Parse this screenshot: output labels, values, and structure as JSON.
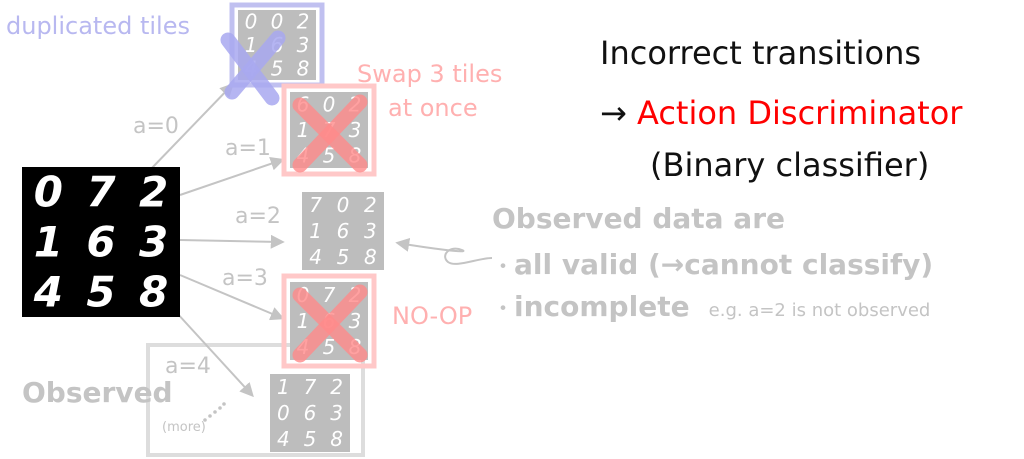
{
  "right": {
    "title": "Incorrect transitions",
    "arrow_glyph": "→",
    "discriminator": "Action Discriminator",
    "classifier": "(Binary classifier)",
    "observed_heading": "Observed data are",
    "bullet1_dot": "・",
    "bullet1": "all valid (→cannot classify)",
    "bullet2_dot": "・",
    "bullet2": "incomplete",
    "bullet2_note": "e.g. a=2 is not observed"
  },
  "labels": {
    "duplicated": "duplicated tiles",
    "swap_line1": "Swap 3 tiles",
    "swap_line2": "at once",
    "noop": "NO-OP",
    "observed": "Observed",
    "more": "(more)",
    "actions": [
      "a=0",
      "a=1",
      "a=2",
      "a=3",
      "a=4"
    ]
  },
  "puzzles": {
    "source": [
      "0",
      "7",
      "2",
      "1",
      "6",
      "3",
      "4",
      "5",
      "8"
    ],
    "a0": [
      "0",
      "0",
      "2",
      "1",
      "6",
      "3",
      "4",
      "5",
      "8"
    ],
    "a1": [
      "6",
      "0",
      "2",
      "1",
      "7",
      "3",
      "4",
      "5",
      "8"
    ],
    "a2": [
      "7",
      "0",
      "2",
      "1",
      "6",
      "3",
      "4",
      "5",
      "8"
    ],
    "a3": [
      "0",
      "7",
      "2",
      "1",
      "6",
      "3",
      "4",
      "5",
      "8"
    ],
    "a4": [
      "1",
      "7",
      "2",
      "0",
      "6",
      "3",
      "4",
      "5",
      "8"
    ]
  },
  "colors": {
    "red": "#ff0000",
    "pink": "#ffb0b0",
    "blue": "#b8b8f0",
    "gray": "#c4c4c4"
  }
}
